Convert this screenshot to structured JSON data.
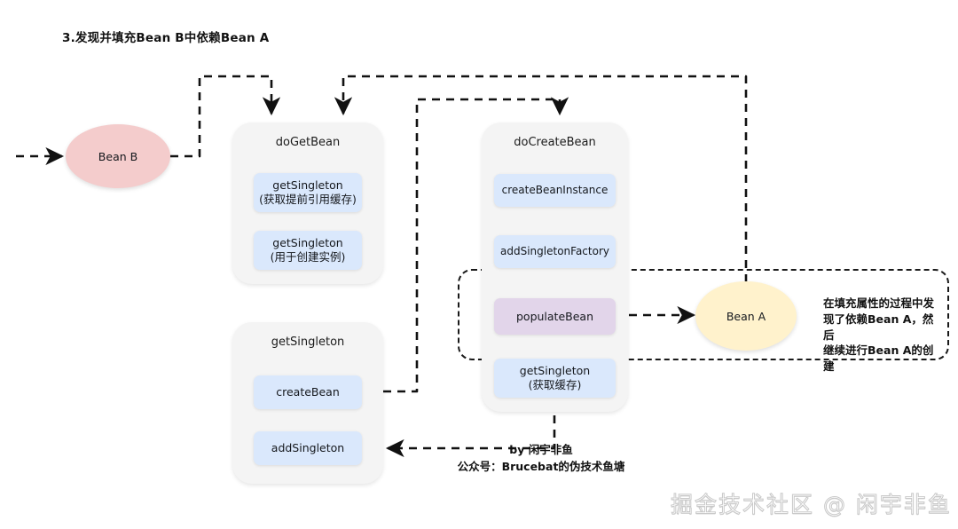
{
  "title": "3.发现并填充Bean B中依赖Bean A",
  "nodes": {
    "bean_b": "Bean B",
    "bean_a": "Bean A"
  },
  "cards": [
    {
      "id": "doGetBean",
      "title": "doGetBean",
      "steps": [
        {
          "l1": "getSingleton",
          "l2": "(获取提前引用缓存)",
          "color": "blue"
        },
        {
          "l1": "getSingleton",
          "l2": "(用于创建实例)",
          "color": "blue"
        }
      ]
    },
    {
      "id": "getSingleton",
      "title": "getSingleton",
      "steps": [
        {
          "l1": "createBean",
          "l2": "",
          "color": "blue"
        },
        {
          "l1": "addSingleton",
          "l2": "",
          "color": "blue"
        }
      ]
    },
    {
      "id": "doCreateBean",
      "title": "doCreateBean",
      "steps": [
        {
          "l1": "createBeanInstance",
          "l2": "",
          "color": "blue"
        },
        {
          "l1": "addSingletonFactory",
          "l2": "",
          "color": "blue"
        },
        {
          "l1": "populateBean",
          "l2": "",
          "color": "purple"
        },
        {
          "l1": "getSingleton",
          "l2": "(获取缓存)",
          "color": "blue"
        }
      ]
    }
  ],
  "annotation": "在填充属性的过程中发\n现了依赖Bean A，然后\n继续进行Bean A的创建",
  "footer": {
    "line1": "by 闲宇非鱼",
    "line2": "公众号：Brucebat的伪技术鱼塘",
    "watermark": "掘金技术社区 @ 闲宇非鱼"
  },
  "colors": {
    "chip_blue": "#dae8fc",
    "chip_purple": "#e2d5ea",
    "bean_b": "#f4cccc",
    "bean_a": "#fff2cc",
    "card_bg": "#f4f4f4",
    "stroke": "#1a1a1a"
  }
}
